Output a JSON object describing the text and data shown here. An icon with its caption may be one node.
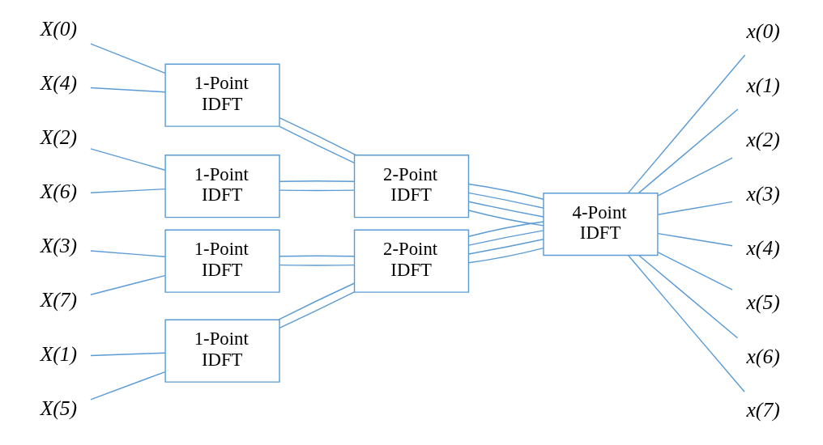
{
  "diagram": {
    "nodes": [
      {
        "text": [
          "X(0)"
        ]
      },
      {
        "text": [
          "X(4)"
        ]
      },
      {
        "text": [
          "X(2)"
        ]
      },
      {
        "text": [
          "X(6)"
        ]
      },
      {
        "text": [
          "X(1)"
        ]
      },
      {
        "text": [
          "X(5)"
        ]
      },
      {
        "text": [
          "X(3)"
        ]
      },
      {
        "text": [
          "X(7)"
        ]
      },
      {
        "text": [
          "1-Point IDFT"
        ]
      },
      {
        "text": [
          "1-Point IDFT"
        ]
      },
      {
        "text": [
          "1-Point IDFT"
        ]
      },
      {
        "text": [
          "1-Point IDFT"
        ]
      },
      {
        "text": [
          "2-Point IDFT"
        ]
      },
      {
        "text": [
          "2-Point IDFT"
        ]
      },
      {
        "text": [
          "4-Point IDFT"
        ]
      },
      {
        "text": [
          "x(0)"
        ]
      },
      {
        "text": [
          "x(1)"
        ]
      },
      {
        "text": [
          "x(2)"
        ]
      },
      {
        "text": [
          "x(3)"
        ]
      },
      {
        "text": [
          "x(4)"
        ]
      },
      {
        "text": [
          "x(5)"
        ]
      },
      {
        "text": [
          "x(6)"
        ]
      },
      {
        "text": [
          "x(7)"
        ]
      }
    ],
    "edges": [
      {
        "from": 0,
        "to": 8,
        "arrow": "none"
      },
      {
        "from": 1,
        "to": 8,
        "arrow": "none"
      },
      {
        "from": 2,
        "to": 9,
        "arrow": "none"
      },
      {
        "from": 3,
        "to": 9,
        "arrow": "none"
      },
      {
        "from": 4,
        "to": 10,
        "arrow": "none"
      },
      {
        "from": 5,
        "to": 10,
        "arrow": "none"
      },
      {
        "from": 6,
        "to": 11,
        "arrow": "none"
      },
      {
        "from": 7,
        "to": 11,
        "arrow": "none"
      },
      {
        "from": 8,
        "to": 12,
        "arrow": "none"
      },
      {
        "from": 8,
        "to": 12,
        "arrow": "none"
      },
      {
        "from": 9,
        "to": 12,
        "arrow": "none"
      },
      {
        "from": 9,
        "to": 12,
        "arrow": "none"
      },
      {
        "from": 10,
        "to": 13,
        "arrow": "none"
      },
      {
        "from": 10,
        "to": 13,
        "arrow": "none"
      },
      {
        "from": 11,
        "to": 13,
        "arrow": "none"
      },
      {
        "from": 11,
        "to": 13,
        "arrow": "none"
      },
      {
        "from": 12,
        "to": 14,
        "arrow": "none"
      },
      {
        "from": 12,
        "to": 14,
        "arrow": "none"
      },
      {
        "from": 12,
        "to": 14,
        "arrow": "none"
      },
      {
        "from": 12,
        "to": 14,
        "arrow": "none"
      },
      {
        "from": 13,
        "to": 14,
        "arrow": "none"
      },
      {
        "from": 13,
        "to": 14,
        "arrow": "none"
      },
      {
        "from": 13,
        "to": 14,
        "arrow": "none"
      },
      {
        "from": 13,
        "to": 14,
        "arrow": "none"
      },
      {
        "from": 14,
        "to": 15,
        "arrow": "none"
      },
      {
        "from": 14,
        "to": 16,
        "arrow": "none"
      },
      {
        "from": 14,
        "to": 17,
        "arrow": "none"
      },
      {
        "from": 14,
        "to": 18,
        "arrow": "none"
      },
      {
        "from": 14,
        "to": 19,
        "arrow": "none"
      },
      {
        "from": 14,
        "to": 20,
        "arrow": "none"
      },
      {
        "from": 14,
        "to": 21,
        "arrow": "none"
      },
      {
        "from": 14,
        "to": 22,
        "arrow": "none"
      }
    ]
  }
}
